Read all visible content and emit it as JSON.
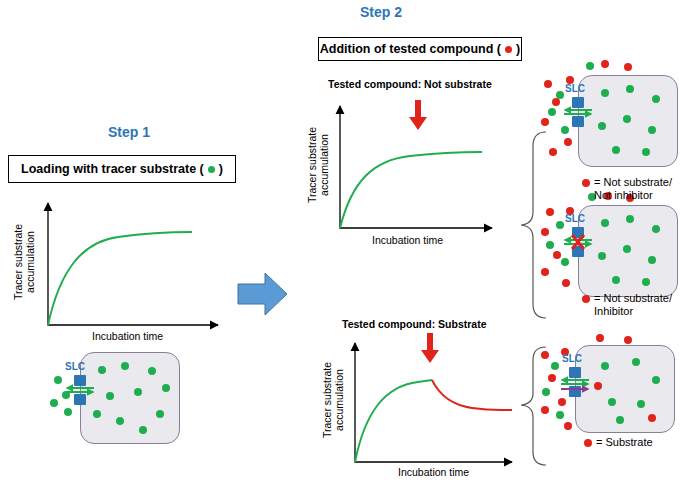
{
  "diagram": {
    "nodes": [
      {
        "text": [
          "Loading with tracer substrate (",
          ")"
        ]
      },
      {
        "text": [
          "SLC"
        ]
      },
      {
        "text": [
          "Addition of tested compound (",
          ")"
        ]
      },
      {
        "text": [
          "SLC"
        ]
      },
      {
        "text": [
          "SLC"
        ]
      },
      {
        "text": [
          "SLC"
        ]
      }
    ],
    "labels": [
      "Step 1",
      "Step 2",
      "Tracer substrate accumulation",
      "Incubation time",
      "Tested compound: Not substrate",
      "Tracer substrate accumulation",
      "Incubation time",
      "Tested compound: Substrate",
      "Tracer substrate accumulation",
      "Incubation time"
    ],
    "legend": [
      {
        "text": "= Not substrate/ Not inhibitor",
        "color": "#e2231a"
      },
      {
        "text": "= Not substrate/ Inhibitor",
        "color": "#e2231a"
      },
      {
        "text": "= Substrate",
        "color": "#e2231a"
      }
    ]
  }
}
